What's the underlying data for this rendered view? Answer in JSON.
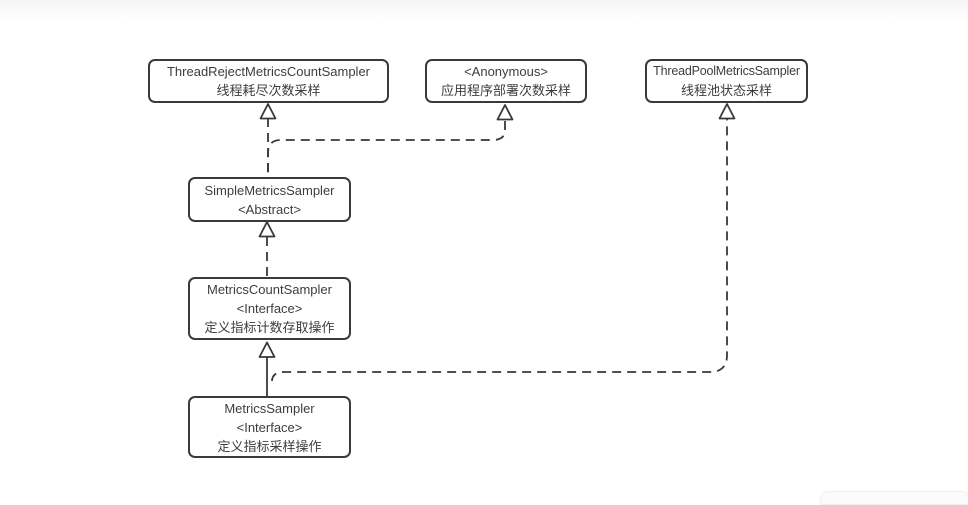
{
  "diagram": {
    "kind": "uml-class-diagram",
    "colors": {
      "node_border": "#3a3a3a",
      "node_fill": "#ffffff",
      "text": "#3d3d3d",
      "edge": "#383838",
      "background": "#ffffff"
    },
    "nodes": {
      "threadReject": {
        "name": "ThreadRejectMetricsCountSampler",
        "desc": "线程耗尽次数采样"
      },
      "anonymous": {
        "name": "<Anonymous>",
        "desc": "应用程序部署次数采样"
      },
      "threadPool": {
        "name": "ThreadPoolMetricsSampler",
        "desc": "线程池状态采样"
      },
      "simple": {
        "name": "SimpleMetricsSampler",
        "stereotype": "<Abstract>"
      },
      "metricsCount": {
        "name": "MetricsCountSampler",
        "stereotype": "<Interface>",
        "desc": "定义指标计数存取操作"
      },
      "metricsSampler": {
        "name": "MetricsSampler",
        "stereotype": "<Interface>",
        "desc": "定义指标采样操作"
      }
    },
    "edges": [
      {
        "from": "SimpleMetricsSampler",
        "to": "ThreadRejectMetricsCountSampler",
        "line": "dashed",
        "arrow": "hollow-triangle"
      },
      {
        "from": "SimpleMetricsSampler",
        "to": "<Anonymous>",
        "line": "dashed",
        "arrow": "hollow-triangle"
      },
      {
        "from": "MetricsSampler",
        "to": "ThreadPoolMetricsSampler",
        "line": "dashed",
        "arrow": "hollow-triangle"
      },
      {
        "from": "MetricsCountSampler",
        "to": "SimpleMetricsSampler",
        "line": "dashed",
        "arrow": "hollow-triangle"
      },
      {
        "from": "MetricsSampler",
        "to": "MetricsCountSampler",
        "line": "solid",
        "arrow": "hollow-triangle"
      }
    ]
  }
}
